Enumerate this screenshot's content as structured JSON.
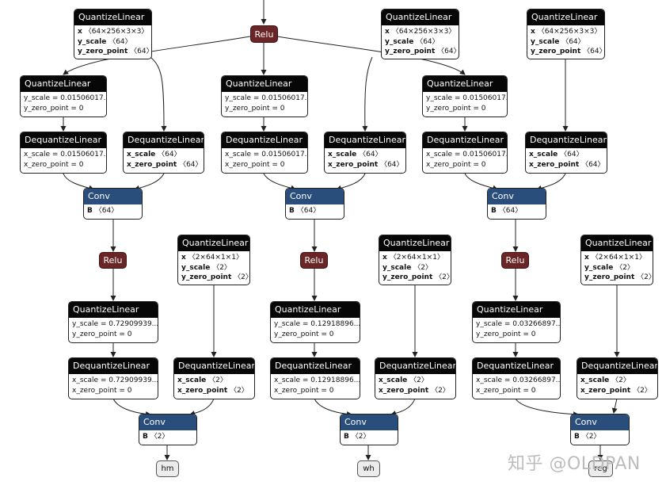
{
  "nodes": {
    "top_relu": "Relu",
    "qi1": {
      "title": "QuantizeLinear",
      "l1k": "x",
      "l1v": "〈64×256×3×3〉",
      "l2k": "y_scale",
      "l2v": "〈64〉",
      "l3k": "y_zero_point",
      "l3v": "〈64〉"
    },
    "qi2": {
      "title": "QuantizeLinear",
      "l1k": "x",
      "l1v": "〈64×256×3×3〉",
      "l2k": "y_scale",
      "l2v": "〈64〉",
      "l3k": "y_zero_point",
      "l3v": "〈64〉"
    },
    "qi3": {
      "title": "QuantizeLinear",
      "l1k": "x",
      "l1v": "〈64×256×3×3〉",
      "l2k": "y_scale",
      "l2v": "〈64〉",
      "l3k": "y_zero_point",
      "l3v": "〈64〉"
    },
    "heads": [
      {
        "qa": {
          "title": "QuantizeLinear",
          "l1": "y_scale = 0.01506017...",
          "l2": "y_zero_point = 0"
        },
        "dqa": {
          "title": "DequantizeLinear",
          "l1": "x_scale = 0.01506017...",
          "l2": "x_zero_point = 0"
        },
        "dqw": {
          "title": "DequantizeLinear",
          "l1k": "x_scale",
          "l1v": "〈64〉",
          "l2k": "x_zero_point",
          "l2v": "〈64〉"
        },
        "conv1": {
          "title": "Conv",
          "k": "B",
          "v": "〈64〉"
        },
        "relu": "Relu",
        "qw2": {
          "title": "QuantizeLinear",
          "l1k": "x",
          "l1v": "〈2×64×1×1〉",
          "l2k": "y_scale",
          "l2v": "〈2〉",
          "l3k": "y_zero_point",
          "l3v": "〈2〉"
        },
        "qa2": {
          "title": "QuantizeLinear",
          "l1": "y_scale = 0.72909939...",
          "l2": "y_zero_point = 0"
        },
        "dqa2": {
          "title": "DequantizeLinear",
          "l1": "x_scale = 0.72909939...",
          "l2": "x_zero_point = 0"
        },
        "dqw2": {
          "title": "DequantizeLinear",
          "l1k": "x_scale",
          "l1v": "〈2〉",
          "l2k": "x_zero_point",
          "l2v": "〈2〉"
        },
        "conv2": {
          "title": "Conv",
          "k": "B",
          "v": "〈2〉"
        },
        "output": "hm"
      },
      {
        "qa": {
          "title": "QuantizeLinear",
          "l1": "y_scale = 0.01506017...",
          "l2": "y_zero_point = 0"
        },
        "dqa": {
          "title": "DequantizeLinear",
          "l1": "x_scale = 0.01506017...",
          "l2": "x_zero_point = 0"
        },
        "dqw": {
          "title": "DequantizeLinear",
          "l1k": "x_scale",
          "l1v": "〈64〉",
          "l2k": "x_zero_point",
          "l2v": "〈64〉"
        },
        "conv1": {
          "title": "Conv",
          "k": "B",
          "v": "〈64〉"
        },
        "relu": "Relu",
        "qw2": {
          "title": "QuantizeLinear",
          "l1k": "x",
          "l1v": "〈2×64×1×1〉",
          "l2k": "y_scale",
          "l2v": "〈2〉",
          "l3k": "y_zero_point",
          "l3v": "〈2〉"
        },
        "qa2": {
          "title": "QuantizeLinear",
          "l1": "y_scale = 0.12918896...",
          "l2": "y_zero_point = 0"
        },
        "dqa2": {
          "title": "DequantizeLinear",
          "l1": "x_scale = 0.12918896...",
          "l2": "x_zero_point = 0"
        },
        "dqw2": {
          "title": "DequantizeLinear",
          "l1k": "x_scale",
          "l1v": "〈2〉",
          "l2k": "x_zero_point",
          "l2v": "〈2〉"
        },
        "conv2": {
          "title": "Conv",
          "k": "B",
          "v": "〈2〉"
        },
        "output": "wh"
      },
      {
        "qa": {
          "title": "QuantizeLinear",
          "l1": "y_scale = 0.01506017...",
          "l2": "y_zero_point = 0"
        },
        "dqa": {
          "title": "DequantizeLinear",
          "l1": "x_scale = 0.01506017...",
          "l2": "x_zero_point = 0"
        },
        "dqw": {
          "title": "DequantizeLinear",
          "l1k": "x_scale",
          "l1v": "〈64〉",
          "l2k": "x_zero_point",
          "l2v": "〈64〉"
        },
        "conv1": {
          "title": "Conv",
          "k": "B",
          "v": "〈64〉"
        },
        "relu": "Relu",
        "qw2": {
          "title": "QuantizeLinear",
          "l1k": "x",
          "l1v": "〈2×64×1×1〉",
          "l2k": "y_scale",
          "l2v": "〈2〉",
          "l3k": "y_zero_point",
          "l3v": "〈2〉"
        },
        "qa2": {
          "title": "QuantizeLinear",
          "l1": "y_scale = 0.03266897...",
          "l2": "y_zero_point = 0"
        },
        "dqa2": {
          "title": "DequantizeLinear",
          "l1": "x_scale = 0.03266897...",
          "l2": "x_zero_point = 0"
        },
        "dqw2": {
          "title": "DequantizeLinear",
          "l1k": "x_scale",
          "l1v": "〈2〉",
          "l2k": "x_zero_point",
          "l2v": "〈2〉"
        },
        "conv2": {
          "title": "Conv",
          "k": "B",
          "v": "〈2〉"
        },
        "output": "reg"
      }
    ]
  },
  "watermark": "知乎 @OLDPAN",
  "colors": {
    "quant_header": "#070707",
    "conv_header": "#2a4e7c",
    "relu": "#6a2626",
    "output": "#ececec"
  }
}
